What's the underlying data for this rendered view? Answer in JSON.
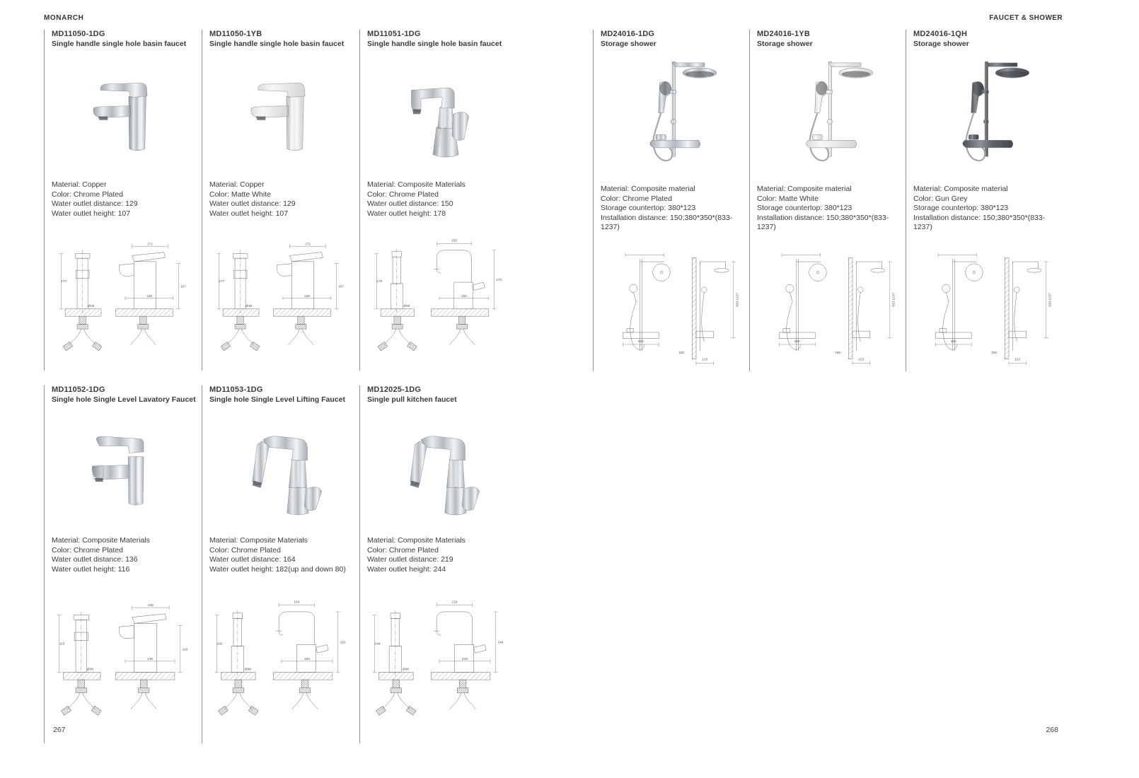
{
  "header": {
    "brand": "MONARCH",
    "section": "FAUCET & SHOWER"
  },
  "pages": {
    "left_number": "267",
    "right_number": "268"
  },
  "colors": {
    "chrome": "#c9cdd1",
    "matte_white": "#ededeb",
    "gun_grey": "#56595e",
    "text": "#3c3c3c",
    "divider_line": "#8f8f8f"
  },
  "products": [
    {
      "model": "MD11050-1DG",
      "name": "Single handle single hole basin faucet",
      "photo": "ph-basin-low",
      "drawing": "td-basin",
      "finish": "chrome",
      "specs": [
        "Material: Copper",
        "Color: Chrome Plated",
        "Water outlet distance: 129",
        "Water outlet height: 107"
      ],
      "dims": [
        "172",
        "177",
        "107",
        "129",
        "Ø48"
      ]
    },
    {
      "model": "MD11050-1YB",
      "name": "Single handle single hole basin faucet",
      "photo": "ph-basin-low",
      "drawing": "td-basin",
      "finish": "matte_white",
      "specs": [
        "Material: Copper",
        "Color: Matte White",
        "Water outlet distance: 129",
        "Water outlet height: 107"
      ],
      "dims": [
        "172",
        "177",
        "107",
        "129",
        "Ø48"
      ]
    },
    {
      "model": "MD11051-1DG",
      "name": "Single handle single hole basin faucet",
      "photo": "ph-basin-high",
      "drawing": "td-tall",
      "finish": "chrome",
      "specs": [
        "Material: Composite Materials",
        "Color: Chrome Plated",
        "Water outlet distance: 150",
        "Water outlet height: 178"
      ],
      "dims": [
        "150",
        "178",
        "178",
        "150",
        "Ø48"
      ]
    },
    {
      "model": "MD11052-1DG",
      "name": "Single hole Single Level Lavatory Faucet",
      "photo": "ph-lav-pullout",
      "drawing": "td-basin",
      "finish": "chrome",
      "specs": [
        "Material: Composite Materials",
        "Color: Chrome Plated",
        "Water outlet distance: 136",
        "Water outlet height: 116"
      ],
      "dims": [
        "136",
        "116",
        "116",
        "136",
        "Ø48"
      ]
    },
    {
      "model": "MD11053-1DG",
      "name": "Single hole Single Level Lifting Faucet",
      "photo": "ph-kitchen",
      "drawing": "td-tall",
      "finish": "chrome",
      "specs": [
        "Material: Composite Materials",
        "Color: Chrome Plated",
        "Water outlet distance: 164",
        "Water outlet height: 182(up and down 80)"
      ],
      "dims": [
        "164",
        "182",
        "182",
        "164",
        "Ø48"
      ]
    },
    {
      "model": "MD12025-1DG",
      "name": "Single pull kitchen faucet",
      "photo": "ph-kitchen",
      "drawing": "td-tall",
      "finish": "chrome",
      "specs": [
        "Material: Composite Materials",
        "Color: Chrome Plated",
        "Water outlet distance: 219",
        "Water outlet height: 244"
      ],
      "dims": [
        "219",
        "244",
        "244",
        "219",
        "Ø48"
      ]
    },
    {
      "model": "MD24016-1DG",
      "name": "Storage shower",
      "photo": "ph-shower",
      "drawing": "td-shower",
      "finish": "chrome",
      "specs": [
        "Material: Composite material",
        "Color: Chrome Plated",
        "Storage countertop: 380*123",
        "Installation distance: 150;380*350*(833-1237)"
      ],
      "dims": [
        "380",
        "833-1237",
        "123",
        "150"
      ]
    },
    {
      "model": "MD24016-1YB",
      "name": "Storage shower",
      "photo": "ph-shower",
      "drawing": "td-shower",
      "finish": "matte_white",
      "specs": [
        "Material: Composite material",
        "Color: Matte White",
        "Storage countertop: 380*123",
        "Installation distance: 150;380*350*(833-1237)"
      ],
      "dims": [
        "380",
        "833-1237",
        "123",
        "150"
      ]
    },
    {
      "model": "MD24016-1QH",
      "name": "Storage shower",
      "photo": "ph-shower",
      "drawing": "td-shower",
      "finish": "gun_grey",
      "specs": [
        "Material: Composite material",
        "Color: Gun Grey",
        "Storage countertop: 380*123",
        "Installation distance: 150;380*350*(833-1237)"
      ],
      "dims": [
        "380",
        "833-1237",
        "123",
        "150"
      ]
    }
  ]
}
